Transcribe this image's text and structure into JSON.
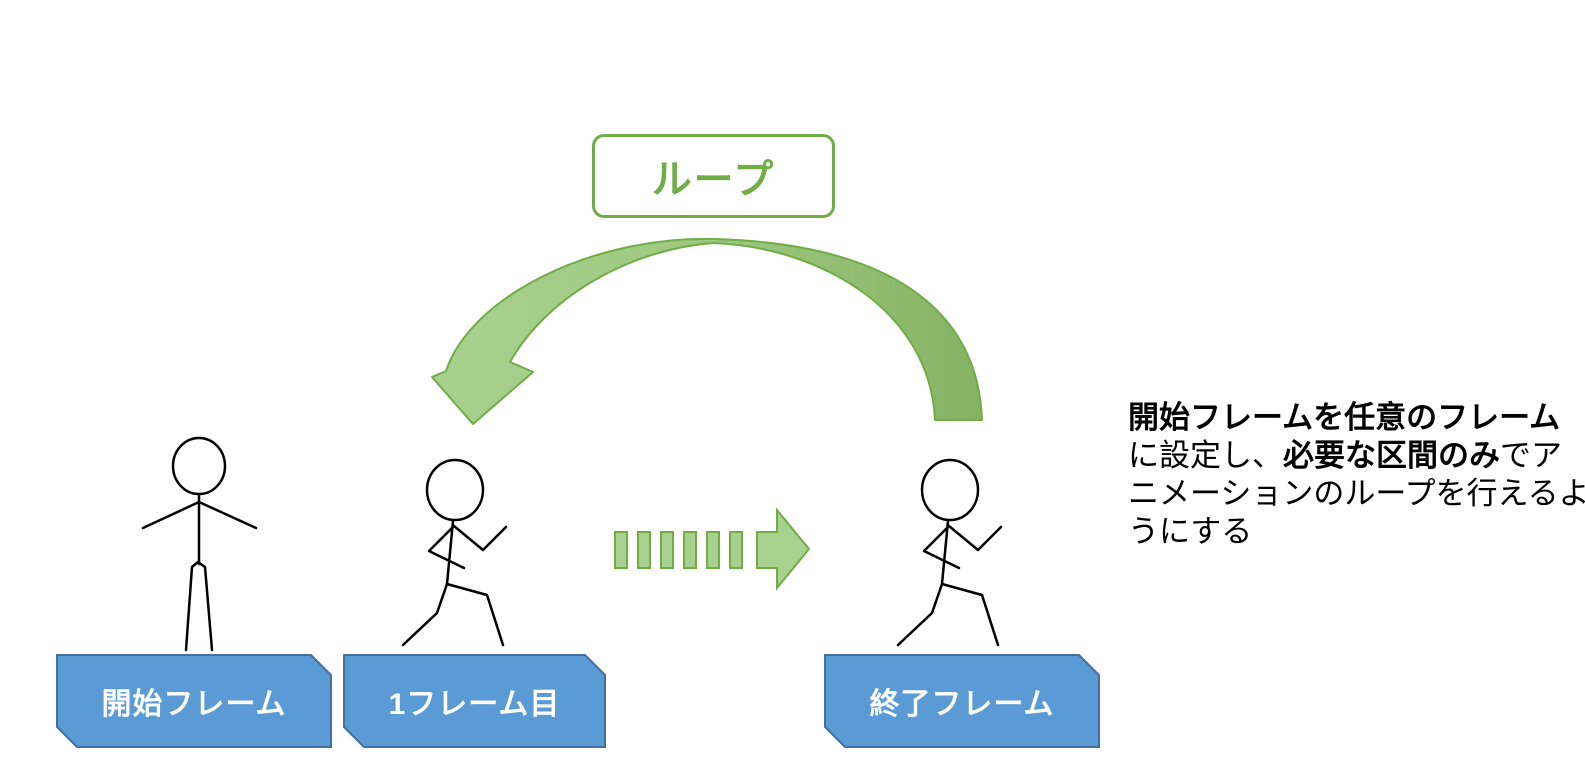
{
  "loop_badge": {
    "label": "ループ"
  },
  "frames": [
    {
      "label": "開始フレーム",
      "figure": "standing"
    },
    {
      "label": "1フレーム目",
      "figure": "running"
    },
    {
      "label": "終了フレーム",
      "figure": "running"
    }
  ],
  "annotation": {
    "seg1": "開始フレームを任意のフレーム",
    "seg2": "に設定し、",
    "seg3": "必要な区間のみ",
    "seg4": "でアニメーションのループを行えるようにする"
  },
  "colors": {
    "green": "#70ad47",
    "green_fill_light": "#a9d18e",
    "green_fill_dark": "#86b264",
    "blue_fill": "#5b9bd5",
    "blue_border": "#41719c",
    "figure_stroke": "#000000",
    "annotation_text": "#000000",
    "label_text": "#ffffff"
  }
}
